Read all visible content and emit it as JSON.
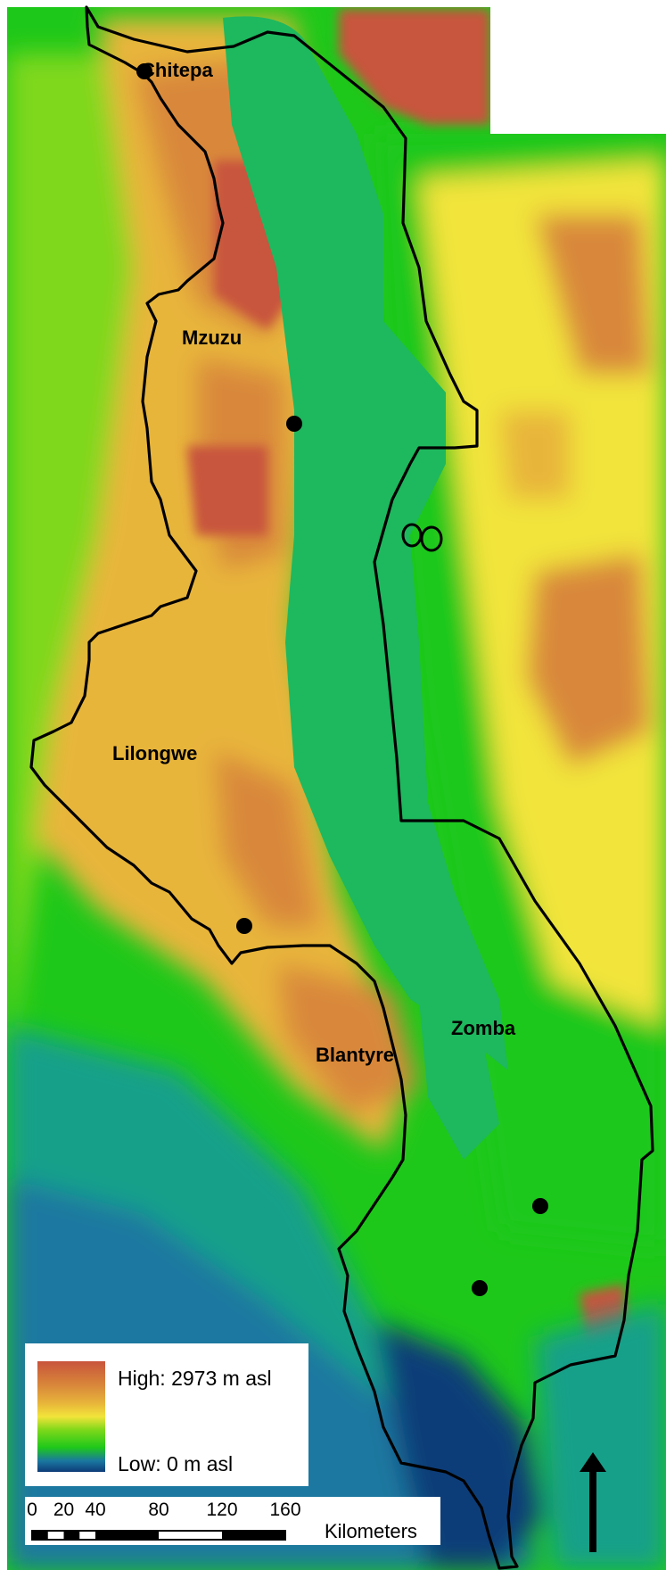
{
  "map": {
    "colors": {
      "very_high": "#c8543c",
      "high": "#d9883a",
      "upper": "#e8b53a",
      "mid_yellow": "#f2e43a",
      "mid_green": "#7fd81a",
      "green": "#1ec81a",
      "lake": "#1eb85e",
      "low_teal": "#16a08a",
      "lower": "#1a78a0",
      "lowest": "#0e3c78",
      "boundary": "#000000"
    },
    "cities": [
      {
        "name": "Chitepa",
        "has_dot": true
      },
      {
        "name": "Mzuzu",
        "has_dot": true
      },
      {
        "name": "Lilongwe",
        "has_dot": true
      },
      {
        "name": "Blantyre",
        "has_dot": true
      },
      {
        "name": "Zomba",
        "has_dot": true
      }
    ]
  },
  "legend": {
    "high_label": "High: 2973 m asl",
    "low_label": "Low: 0 m asl"
  },
  "scale_bar": {
    "ticks": [
      "0",
      "20",
      "40",
      "80",
      "120",
      "160"
    ],
    "tick_values_km": [
      0,
      20,
      40,
      80,
      120,
      160
    ],
    "unit": "Kilometers"
  },
  "north_arrow": {
    "icon": "north-arrow-icon"
  }
}
